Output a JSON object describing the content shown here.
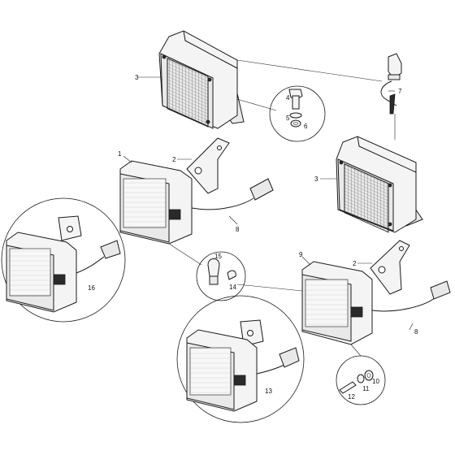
{
  "diagram": {
    "callouts": [
      {
        "key": "c1",
        "text": "1"
      },
      {
        "key": "c2a",
        "text": "2"
      },
      {
        "key": "c2b",
        "text": "2"
      },
      {
        "key": "c3a",
        "text": "3"
      },
      {
        "key": "c3b",
        "text": "3"
      },
      {
        "key": "c4",
        "text": "4"
      },
      {
        "key": "c5",
        "text": "5"
      },
      {
        "key": "c6",
        "text": "6"
      },
      {
        "key": "c7",
        "text": "7"
      },
      {
        "key": "c8a",
        "text": "8"
      },
      {
        "key": "c8b",
        "text": "8"
      },
      {
        "key": "c9",
        "text": "9"
      },
      {
        "key": "c10",
        "text": "10"
      },
      {
        "key": "c11",
        "text": "11"
      },
      {
        "key": "c12",
        "text": "12"
      },
      {
        "key": "c13",
        "text": "13"
      },
      {
        "key": "c14",
        "text": "14"
      },
      {
        "key": "c15",
        "text": "15"
      },
      {
        "key": "c16",
        "text": "16"
      }
    ]
  }
}
